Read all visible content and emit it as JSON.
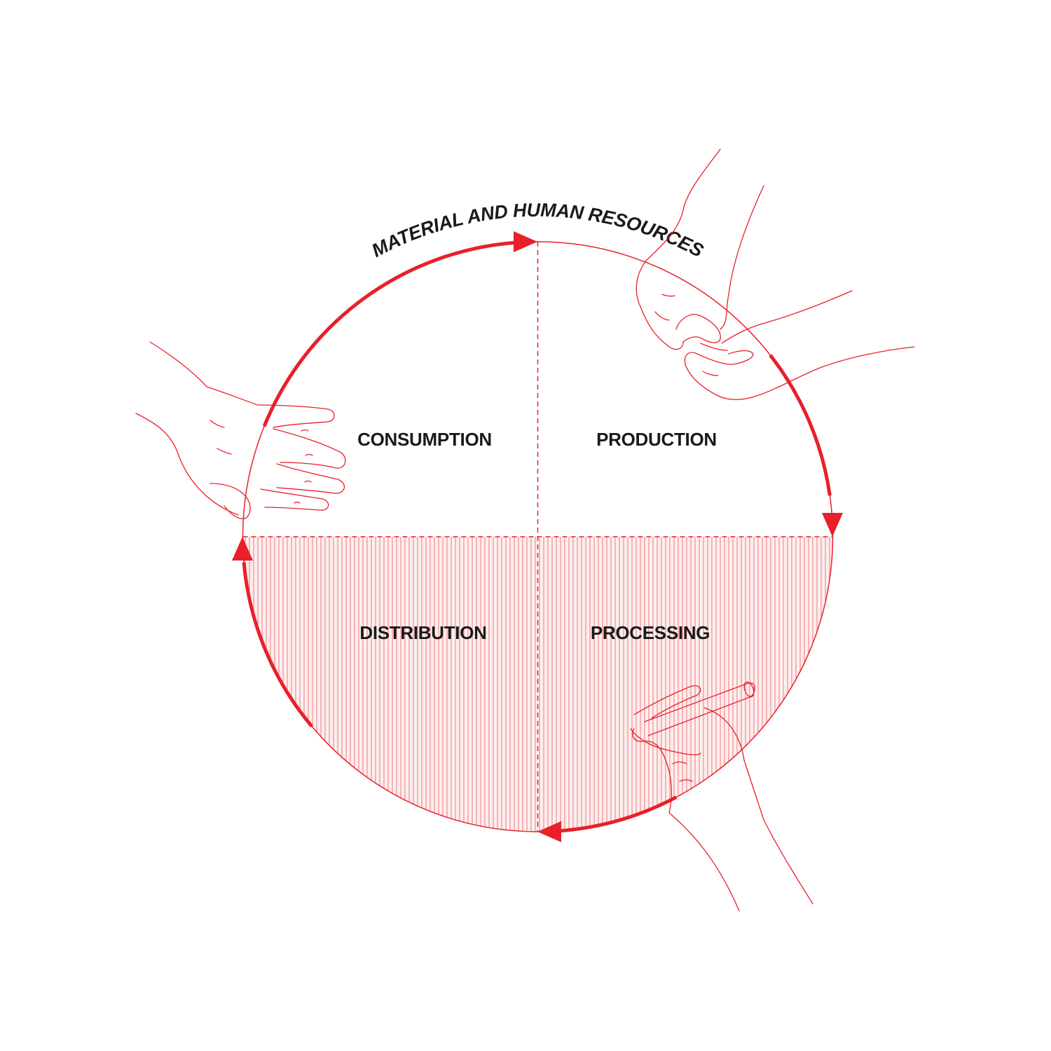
{
  "title": "MATERIAL AND HUMAN RESOURCES",
  "quadrants": {
    "consumption": "CONSUMPTION",
    "production": "PRODUCTION",
    "distribution": "DISTRIBUTION",
    "processing": "PROCESSING"
  },
  "colors": {
    "accent": "#e8202a",
    "hatch": "#f07a7f",
    "text": "#1a1a1a",
    "background": "#ffffff"
  },
  "cycle_order": [
    "CONSUMPTION",
    "PRODUCTION",
    "PROCESSING",
    "DISTRIBUTION"
  ],
  "icons": [
    "open-hand-icon",
    "pinching-hands-icon",
    "hand-holding-chalk-icon"
  ]
}
